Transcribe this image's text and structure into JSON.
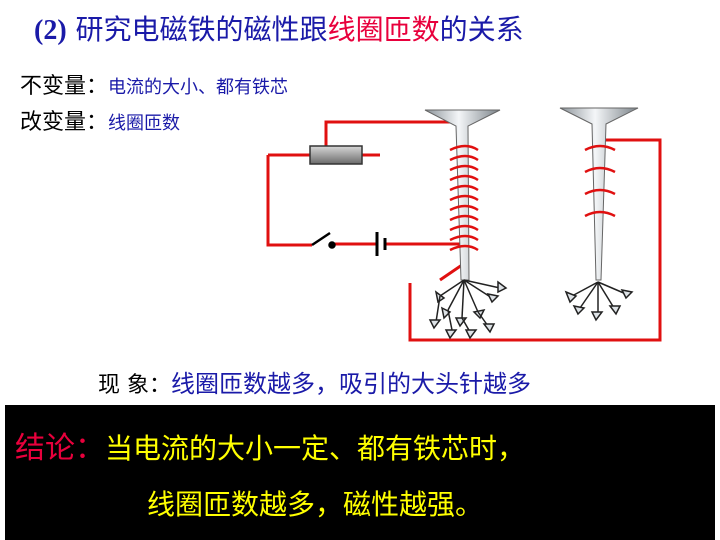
{
  "title": {
    "prefix": "(2)",
    "main": " 研究电磁铁的磁性跟",
    "highlight": "线圈匝数",
    "suffix": "的关系"
  },
  "constant": {
    "label": "不变量：",
    "value": "电流的大小、都有铁芯"
  },
  "variable": {
    "label": "改变量：",
    "value": "线圈匝数"
  },
  "phenomenon": {
    "label": "现 象：",
    "value": "线圈匝数越多，吸引的大头针越多"
  },
  "conclusion": {
    "label": "结论：",
    "line1": "当电流的大小一定、都有铁芯时，",
    "line2": "线圈匝数越多，磁性越强。"
  },
  "colors": {
    "title_text": "#1a1aa8",
    "highlight": "#e8003c",
    "wire": "#e01010",
    "conclusion_bg": "#000000",
    "conclusion_text": "#ffff00"
  }
}
